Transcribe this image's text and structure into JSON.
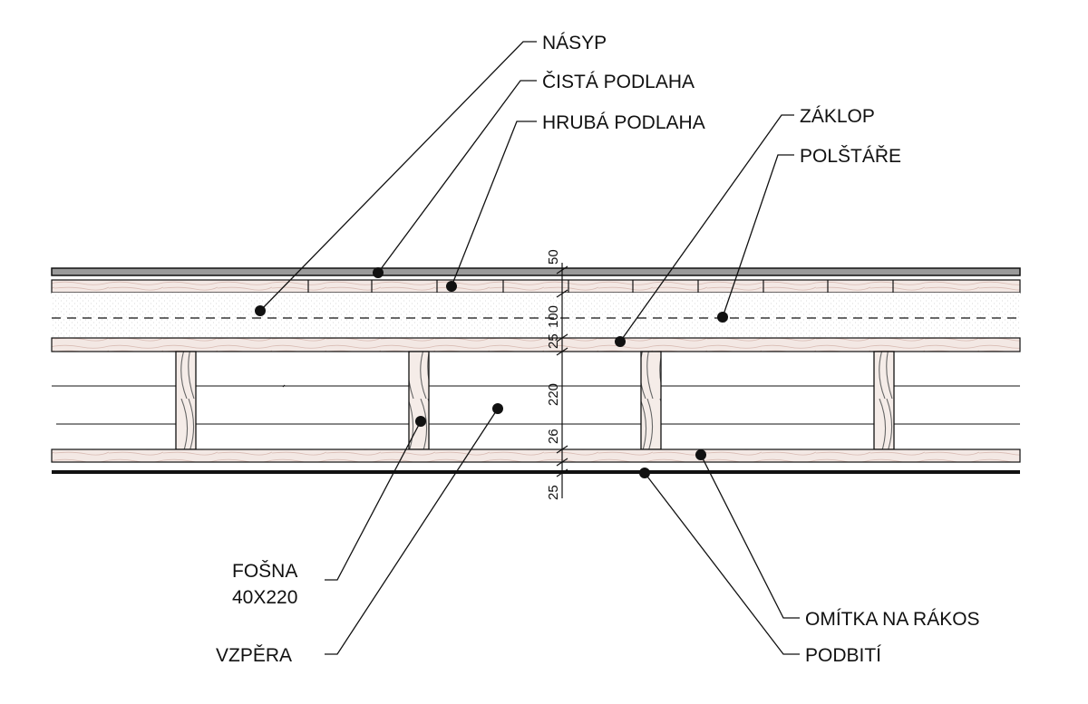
{
  "labels": {
    "nasyp": "NÁSYP",
    "cista_podlaha": "ČISTÁ PODLAHA",
    "hruba_podlaha": "HRUBÁ PODLAHA",
    "zaklop": "ZÁKLOP",
    "polstare": "POLŠTÁŘE",
    "fosna_line1": "FOŠNA",
    "fosna_line2": "40X220",
    "vzpera": "VZPĚRA",
    "omitka": "OMÍTKA NA RÁKOS",
    "podbiti": "PODBITÍ"
  },
  "dimensions": {
    "d50": "50",
    "d100": "100",
    "d25_top": "25",
    "d220": "220",
    "d26": "26",
    "d25_bottom": "25"
  },
  "colors": {
    "line": "#111111",
    "wood_fill": "#f3e8e4",
    "wood_grain": "#d9bcb4",
    "floor_top": "#9a9a9a"
  }
}
